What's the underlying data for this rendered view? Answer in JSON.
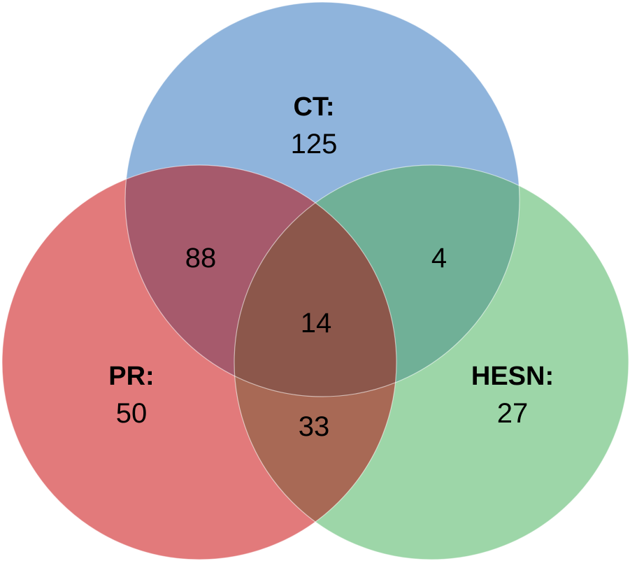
{
  "chart_data": {
    "type": "venn",
    "sets": [
      {
        "id": "CT",
        "label": "CT:",
        "only_count": "125",
        "color": "#8FB4DC"
      },
      {
        "id": "PR",
        "label": "PR:",
        "only_count": "50",
        "color": "#E27A7B"
      },
      {
        "id": "HESN",
        "label": "HESN:",
        "only_count": "27",
        "color": "#9DD6A8"
      }
    ],
    "intersections": [
      {
        "sets": [
          "CT",
          "PR"
        ],
        "count": "88",
        "color": "#A65A6C"
      },
      {
        "sets": [
          "CT",
          "HESN"
        ],
        "count": "4",
        "color": "#70B097"
      },
      {
        "sets": [
          "PR",
          "HESN"
        ],
        "count": "33",
        "color": "#A86955"
      },
      {
        "sets": [
          "CT",
          "PR",
          "HESN"
        ],
        "count": "14",
        "color": "#8C574B"
      }
    ]
  },
  "labels": {
    "ct": {
      "name": "CT:",
      "count": "125"
    },
    "pr": {
      "name": "PR:",
      "count": "50"
    },
    "hesn": {
      "name": "HESN:",
      "count": "27"
    },
    "ct_pr": "88",
    "ct_hesn": "4",
    "pr_hesn": "33",
    "all": "14"
  }
}
